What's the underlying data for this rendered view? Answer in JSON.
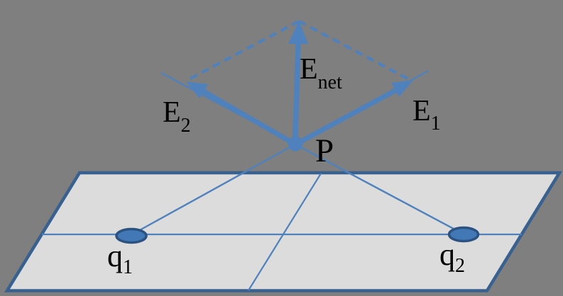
{
  "diagram": {
    "type": "physics-electric-field-vector-diagram",
    "labels": {
      "e_net": {
        "base": "E",
        "sub": "net"
      },
      "e1": {
        "base": "E",
        "sub": "1"
      },
      "e2": {
        "base": "E",
        "sub": "2"
      },
      "p": {
        "base": "P"
      },
      "q1": {
        "base": "q",
        "sub": "1"
      },
      "q2": {
        "base": "q",
        "sub": "2"
      }
    },
    "colors": {
      "background": "#7f7f7f",
      "plane_fill": "#dcdcdc",
      "plane_border": "#38618f",
      "grid_line": "#4f81bd",
      "vector_blue": "#4f81bd",
      "dashed_blue": "#4f81bd",
      "charge_fill": "#4178b5",
      "charge_border": "#2b5280",
      "label_text": "#000000"
    }
  }
}
